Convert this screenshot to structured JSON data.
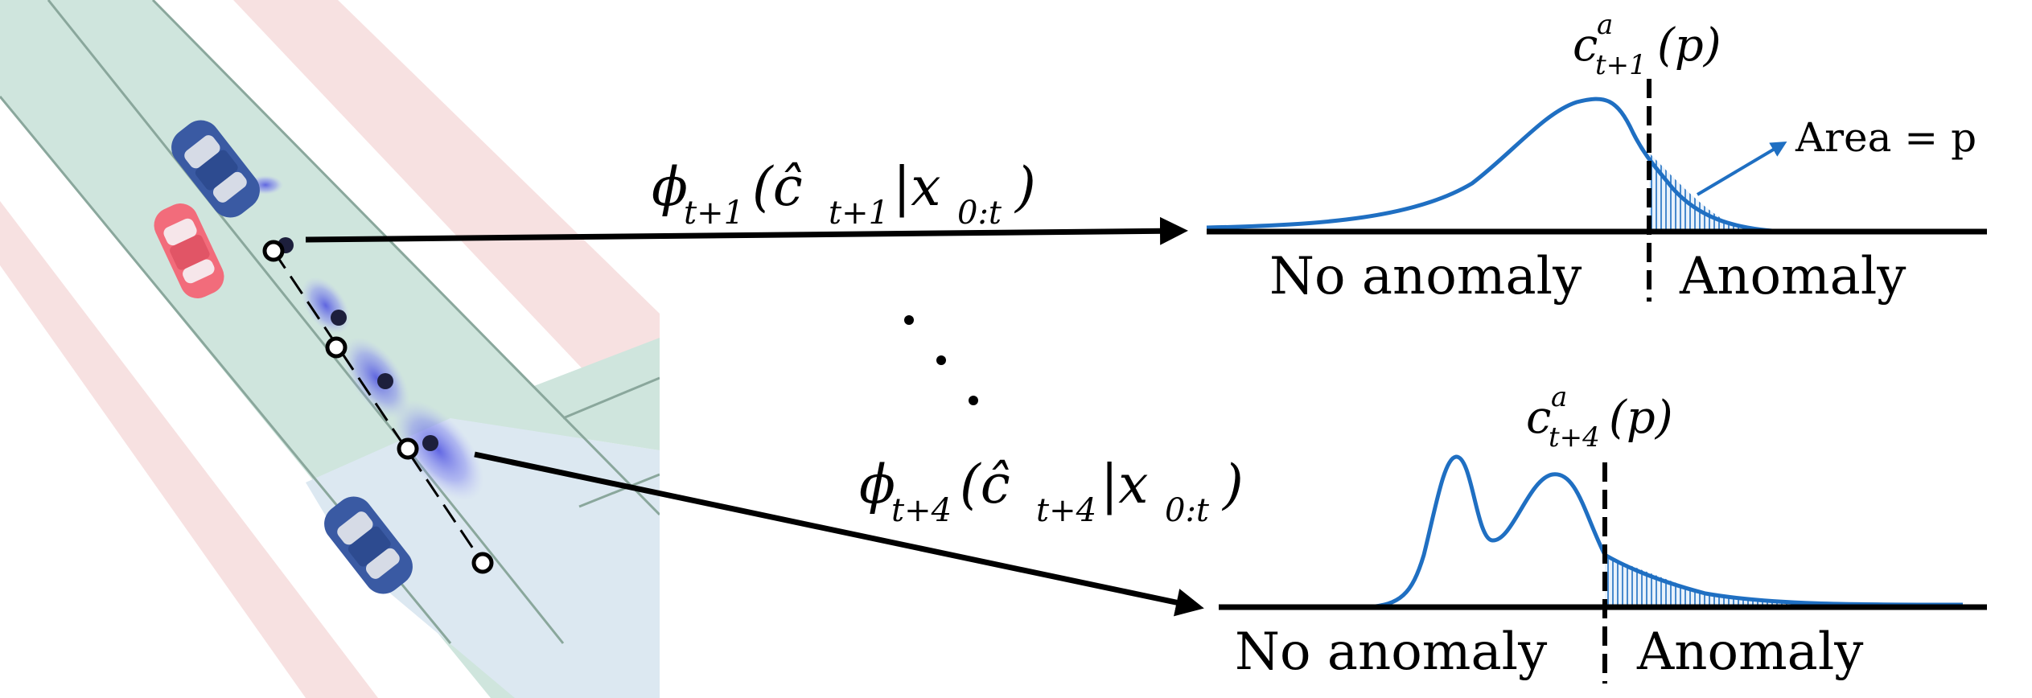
{
  "colors": {
    "road_green": "#cfe5dd",
    "road_blue": "#dce9f2",
    "lane_line": "#8aa79c",
    "pink_lane": "#f7e0e0",
    "car_blue": "#3a5aa3",
    "car_red": "#f26c7b",
    "curve_blue": "#1f6fc2",
    "density_purple": "#6f72e8",
    "axis": "#000000"
  },
  "icons": {
    "car_top_blue": "car-icon",
    "car_top_red": "car-icon",
    "waypoint_open": "circle-icon",
    "waypoint_filled": "dot-icon"
  },
  "scene": {
    "cars": [
      "blue",
      "red",
      "blue"
    ]
  },
  "top_plot": {
    "threshold_label": "c",
    "threshold_sup": "a",
    "threshold_sub": "t+1",
    "threshold_arg": "(p)",
    "area_label": "Area = p",
    "left_label": "No anomaly",
    "right_label": "Anomaly",
    "phi_label": "ϕ",
    "phi_sub": "t+1",
    "phi_arg_open": "(ĉ",
    "phi_arg_sub": "t+1",
    "phi_arg_rest": "|x",
    "phi_arg_sub2": "0:t",
    "phi_close": ")"
  },
  "bottom_plot": {
    "threshold_label": "c",
    "threshold_sup": "a",
    "threshold_sub": "t+4",
    "threshold_arg": "(p)",
    "left_label": "No anomaly",
    "right_label": "Anomaly",
    "phi_label": "ϕ",
    "phi_sub": "t+4",
    "phi_arg_open": "(ĉ",
    "phi_arg_sub": "t+4",
    "phi_arg_rest": "|x",
    "phi_arg_sub2": "0:t",
    "phi_close": ")"
  }
}
